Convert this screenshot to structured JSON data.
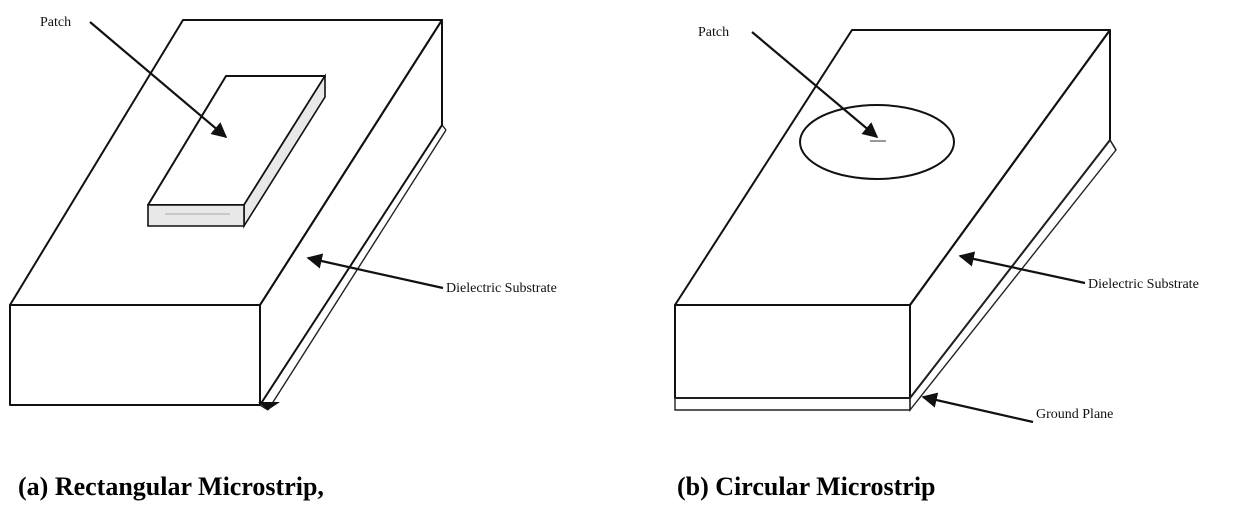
{
  "figure": {
    "panel_a": {
      "labels": {
        "patch": "Patch",
        "substrate": "Dielectric Substrate"
      },
      "caption": "(a) Rectangular Microstrip,"
    },
    "panel_b": {
      "labels": {
        "patch": "Patch",
        "substrate": "Dielectric Substrate",
        "ground": "Ground Plane"
      },
      "caption": "(b) Circular Microstrip"
    },
    "colors": {
      "line": "#111111",
      "background": "#ffffff",
      "patch_side": "#e8e8e8"
    }
  }
}
